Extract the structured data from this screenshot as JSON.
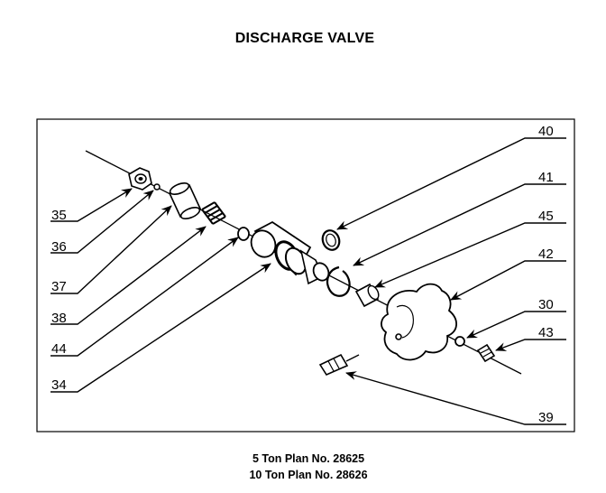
{
  "title": "DISCHARGE VALVE",
  "callouts": {
    "c35": "35",
    "c36": "36",
    "c37": "37",
    "c38": "38",
    "c44": "44",
    "c34": "34",
    "c40": "40",
    "c41": "41",
    "c45": "45",
    "c42": "42",
    "c30": "30",
    "c43": "43",
    "c39": "39"
  },
  "footer": {
    "line1": "5 Ton Plan No. 28625",
    "line2": "10 Ton Plan No. 28626"
  }
}
